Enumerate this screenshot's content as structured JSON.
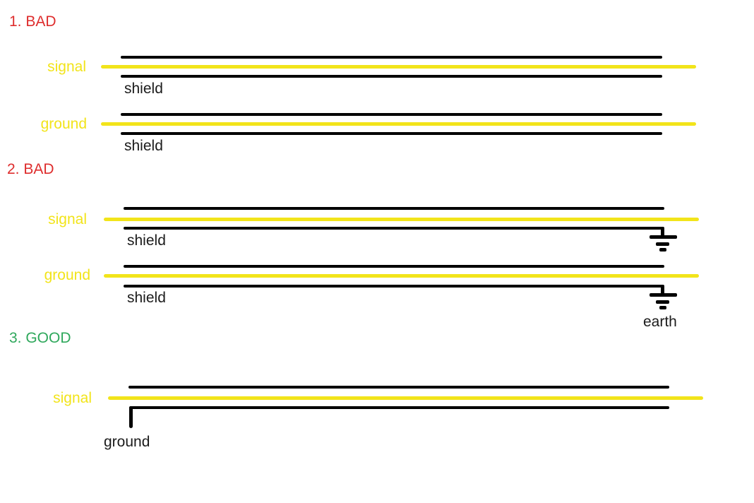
{
  "diagram": {
    "background": "#ffffff",
    "colors": {
      "bad_heading_red": "#de2d2d",
      "good_heading_green": "#2fa85c",
      "signal_yellow": "#f2e41a",
      "wire_black": "#000000",
      "label_black": "#1b1b1b"
    },
    "sections": [
      {
        "heading": "1. BAD",
        "rows": [
          {
            "wire_label": "signal",
            "shield_label": "shield"
          },
          {
            "wire_label": "ground",
            "shield_label": "shield"
          }
        ]
      },
      {
        "heading": "2. BAD",
        "rows": [
          {
            "wire_label": "signal",
            "shield_label": "shield"
          },
          {
            "wire_label": "ground",
            "shield_label": "shield"
          }
        ],
        "earth_label": "earth"
      },
      {
        "heading": "3. GOOD",
        "rows": [
          {
            "wire_label": "signal",
            "ground_label": "ground"
          }
        ]
      }
    ]
  }
}
